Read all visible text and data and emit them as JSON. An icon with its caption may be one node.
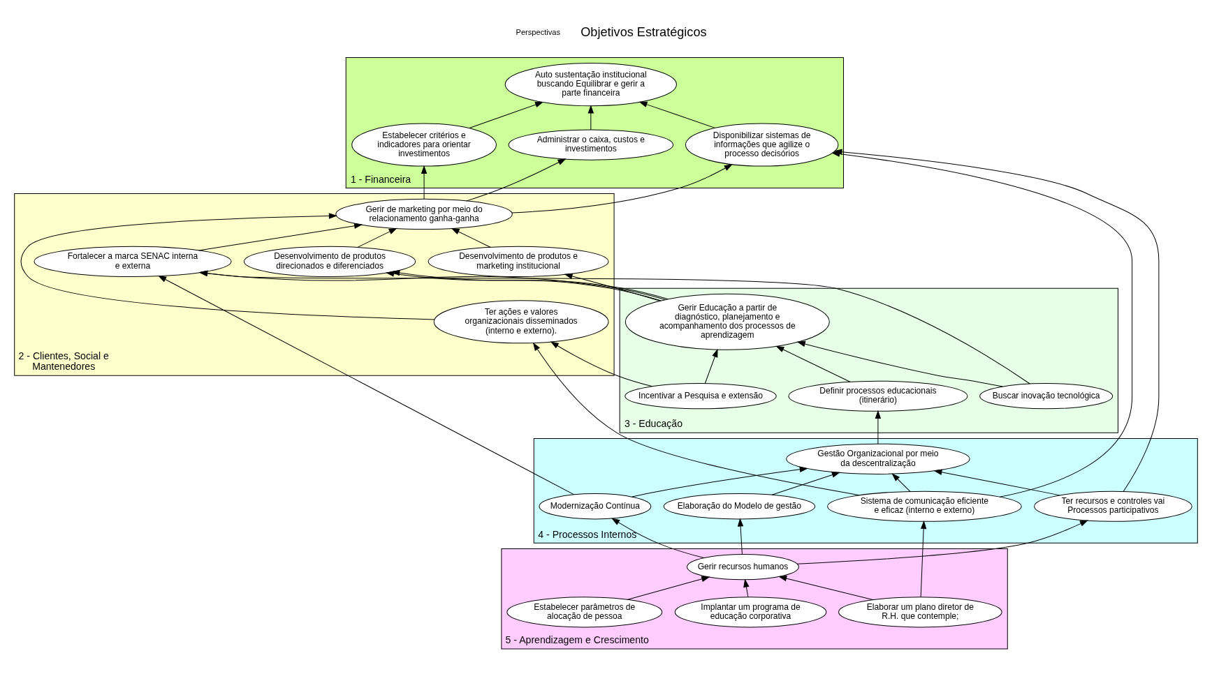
{
  "diagram": {
    "nodes": [
      {
        "text": [
          "1 - Financeira"
        ]
      },
      {
        "text": [
          "Auto sustentação institucional buscando Equilibrar e gerir a parte financeira"
        ],
        "in": 0
      },
      {
        "text": [
          "Administrar o caixa, custos e investimentos"
        ],
        "in": 0
      },
      {
        "text": [
          "Estabelecer critérios e indicadores para orientar investimentos"
        ],
        "in": 0
      },
      {
        "text": [
          "Disponibilizar sistemas de informações que agilize o processo decisórios"
        ],
        "in": 0
      },
      {
        "text": [
          "2 - Clientes, Social e Mantenedores"
        ]
      },
      {
        "text": [
          "Gerir de marketing por meio do relacionamento ganha-ganha"
        ],
        "in": 5
      },
      {
        "text": [
          "Fortalecer a marca SENAC interna e externa"
        ],
        "in": 5
      },
      {
        "text": [
          "Desenvolvimento de produtos e marketing institucional"
        ],
        "in": 5
      },
      {
        "text": [
          "Desenvolvimento de produtos direcionados e diferenciados"
        ],
        "in": 5
      },
      {
        "text": [
          "Ter ações e valores organizacionais disseminados (interno e externo)."
        ],
        "in": 5
      },
      {
        "text": [
          "3 - Educação"
        ]
      },
      {
        "text": [
          "Gerir Educação a partir de diagnóstico, planejamento e acompanhamento dos processos de aprendizagem"
        ],
        "in": 11
      },
      {
        "text": [
          "Buscar inovação tecnológica"
        ],
        "in": 11
      },
      {
        "text": [
          "Definir processos educacionais (itinerário)"
        ],
        "in": 11
      },
      {
        "text": [
          "Incentivar a Pesquisa e extensão"
        ],
        "in": 11
      },
      {
        "text": [
          "4 - Processos Internos"
        ]
      },
      {
        "text": [
          "Gestão Organizacional por meio da descentralização"
        ],
        "in": 16
      },
      {
        "text": [
          "Modernização Contínua"
        ],
        "in": 16
      },
      {
        "text": [
          "Elaboração do Modelo de gestão"
        ],
        "in": 16
      },
      {
        "text": [
          "Sistema de comunicação eficiente e eficaz (interno e externo)"
        ],
        "in": 16
      },
      {
        "text": [
          "Ter recursos e controles vai Processos participativos"
        ],
        "in": 16
      },
      {
        "text": [
          "5 - Aprendizagem e Crescimento"
        ]
      },
      {
        "text": [
          "Gerir recursos humanos"
        ],
        "in": 22
      },
      {
        "text": [
          "Implantar um programa de educação corporativa"
        ],
        "in": 22
      },
      {
        "text": [
          "Estabelecer parâmetros de alocação de pessoa"
        ],
        "in": 22
      },
      {
        "text": [
          "Elaborar um plano diretor de R.H. que contemple;"
        ],
        "in": 22
      }
    ],
    "edges": [
      {
        "from": 2,
        "to": 1,
        "arrow": "to"
      },
      {
        "from": 3,
        "to": 1,
        "arrow": "to"
      },
      {
        "from": 4,
        "to": 1,
        "arrow": "to"
      },
      {
        "from": 6,
        "to": 2,
        "arrow": "to"
      },
      {
        "from": 6,
        "to": 3,
        "arrow": "to"
      },
      {
        "from": 6,
        "to": 4,
        "arrow": "to"
      },
      {
        "from": 7,
        "to": 6,
        "arrow": "to"
      },
      {
        "from": 8,
        "to": 6,
        "arrow": "to"
      },
      {
        "from": 9,
        "to": 6,
        "arrow": "to"
      },
      {
        "from": 10,
        "to": 6,
        "arrow": "to"
      },
      {
        "from": 12,
        "to": 7,
        "arrow": "to"
      },
      {
        "from": 12,
        "to": 8,
        "arrow": "to"
      },
      {
        "from": 12,
        "to": 9,
        "arrow": "to"
      },
      {
        "from": 12,
        "to": 9,
        "arrow": "to"
      },
      {
        "from": 13,
        "to": 7,
        "arrow": "to"
      },
      {
        "from": 13,
        "to": 12,
        "arrow": "to"
      },
      {
        "from": 14,
        "to": 12,
        "arrow": "to"
      },
      {
        "from": 15,
        "to": 12,
        "arrow": "to"
      },
      {
        "from": 15,
        "to": 10,
        "arrow": "to"
      },
      {
        "from": 17,
        "to": 14,
        "arrow": "to"
      },
      {
        "from": 18,
        "to": 17,
        "arrow": "to"
      },
      {
        "from": 18,
        "to": 7,
        "arrow": "to"
      },
      {
        "from": 19,
        "to": 17,
        "arrow": "to"
      },
      {
        "from": 20,
        "to": 17,
        "arrow": "to"
      },
      {
        "from": 20,
        "to": 4,
        "arrow": "to"
      },
      {
        "from": 20,
        "to": 10,
        "arrow": "to"
      },
      {
        "from": 21,
        "to": 17,
        "arrow": "to"
      },
      {
        "from": 21,
        "to": 4,
        "arrow": "to"
      },
      {
        "from": 23,
        "to": 18,
        "arrow": "to"
      },
      {
        "from": 23,
        "to": 19,
        "arrow": "to"
      },
      {
        "from": 23,
        "to": 21,
        "arrow": "to"
      },
      {
        "from": 24,
        "to": 23,
        "arrow": "to"
      },
      {
        "from": 25,
        "to": 23,
        "arrow": "to"
      },
      {
        "from": 26,
        "to": 23,
        "arrow": "to"
      },
      {
        "from": 26,
        "to": 20,
        "arrow": "to"
      }
    ],
    "labels": [
      "Perspectivas",
      "Objetivos Estratégicos"
    ]
  }
}
